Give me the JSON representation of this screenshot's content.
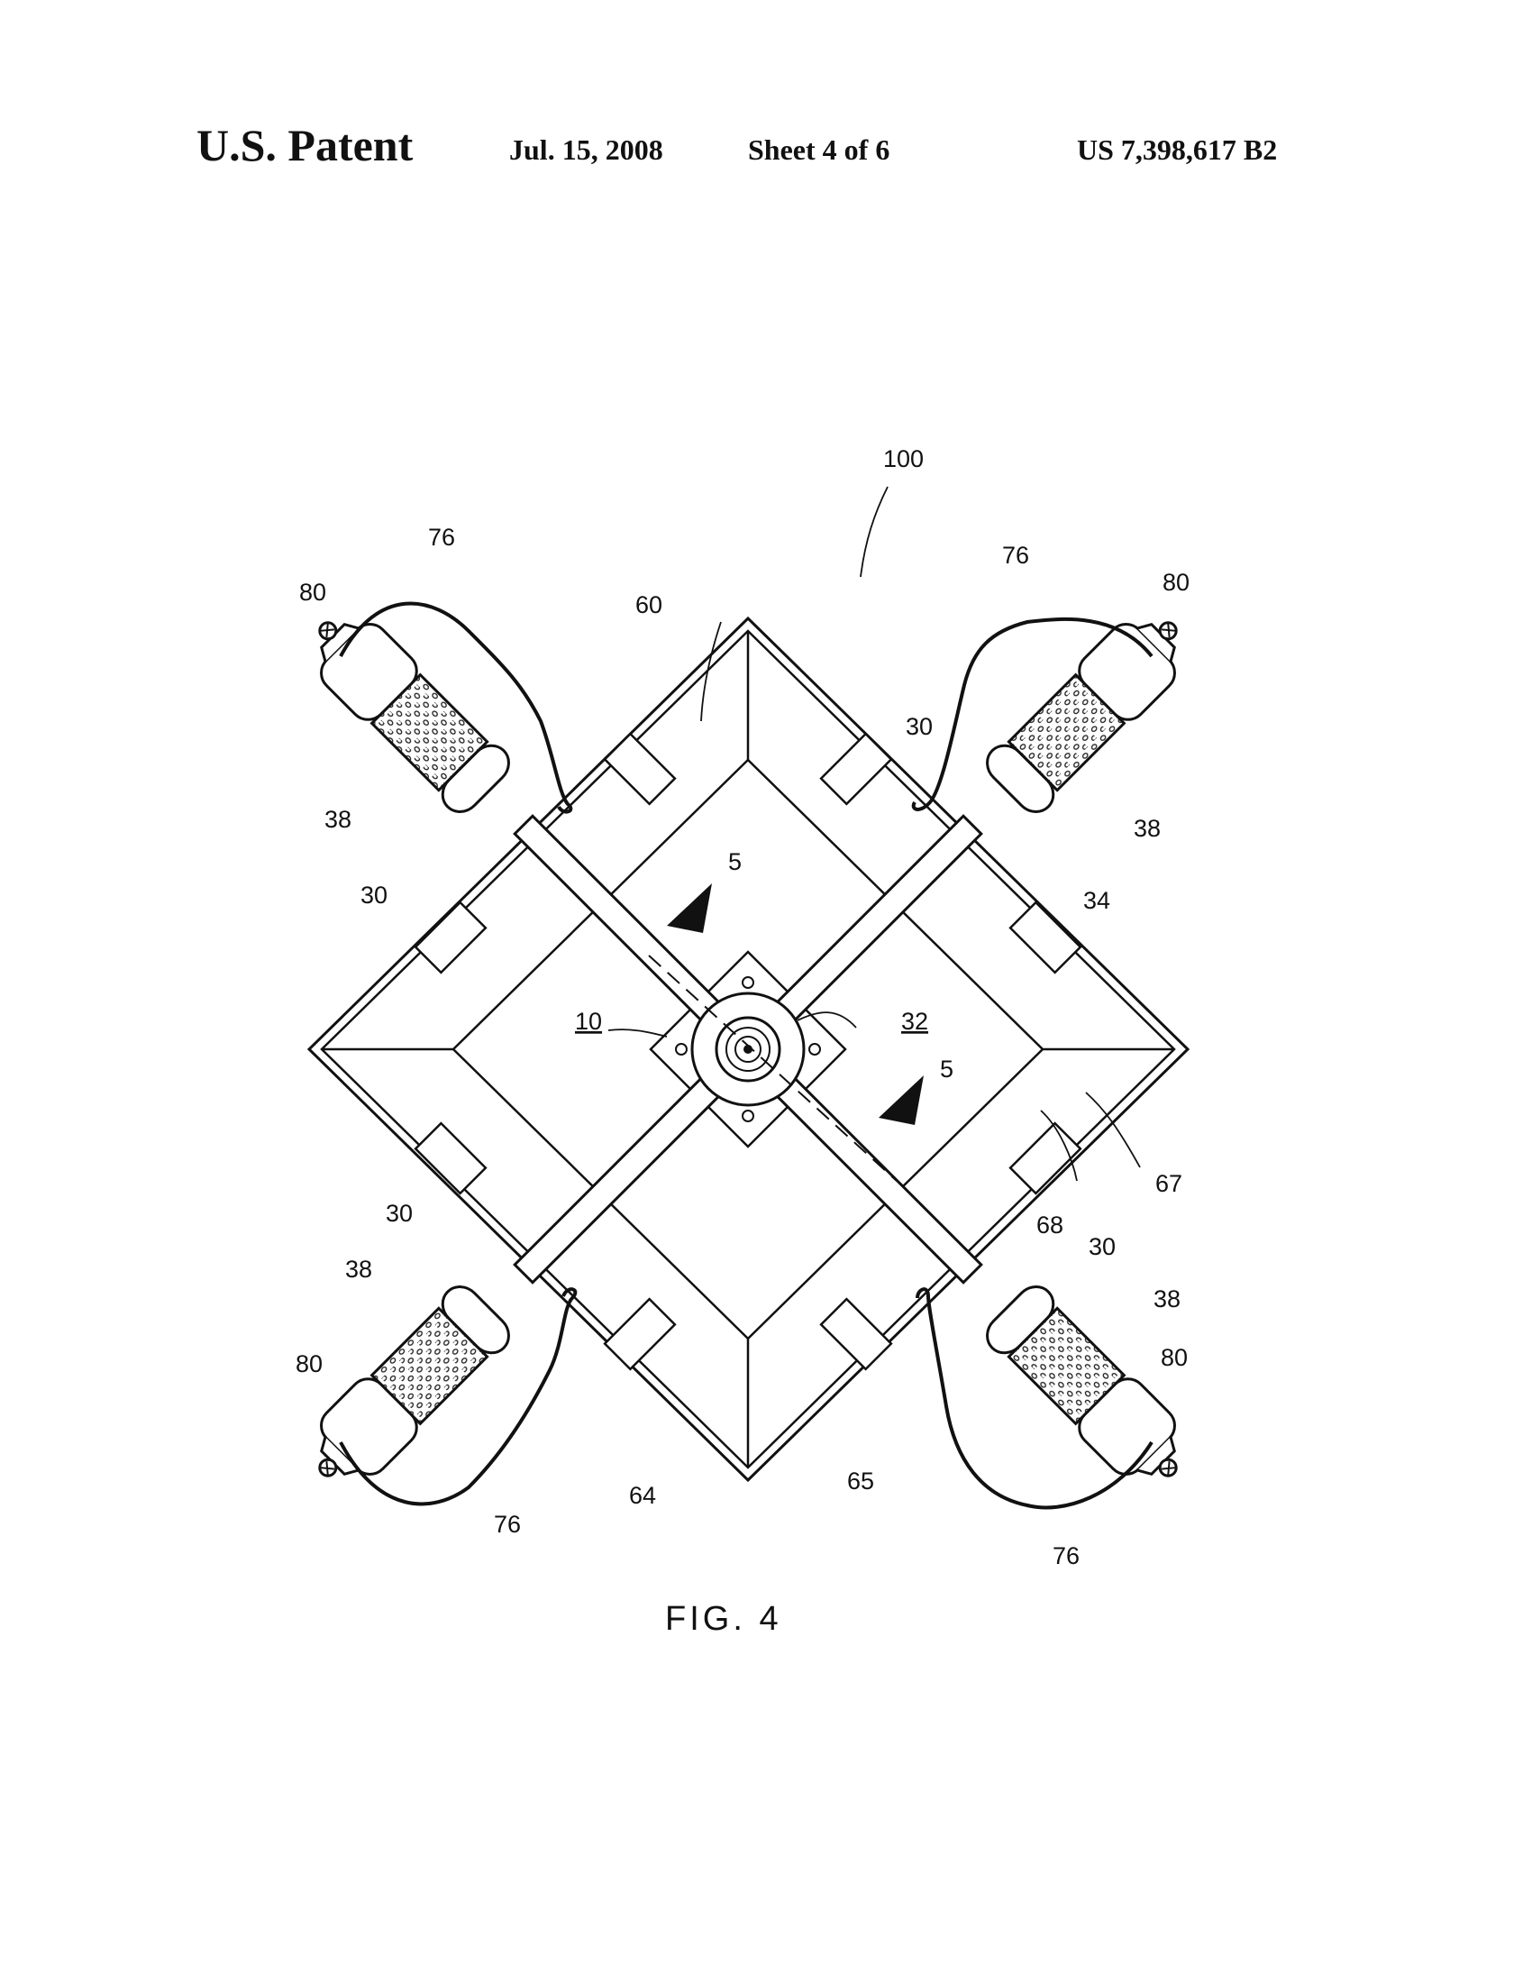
{
  "header": {
    "publisher": "U.S. Patent",
    "date": "Jul. 15, 2008",
    "sheet": "Sheet 4 of 6",
    "patent_number": "US 7,398,617 B2"
  },
  "figure": {
    "caption": "FIG. 4",
    "labels": {
      "l100": "100",
      "l60": "60",
      "l76_tl": "76",
      "l80_tl": "80",
      "l38_tl": "38",
      "l30_tl": "30",
      "l76_tr": "76",
      "l80_tr": "80",
      "l30_tr": "30",
      "l38_tr": "38",
      "l34": "34",
      "l5_top": "5",
      "l10": "10",
      "l32": "32",
      "l5_bot": "5",
      "l67": "67",
      "l68": "68",
      "l30_bl": "30",
      "l30_br": "30",
      "l38_bl": "38",
      "l80_bl": "80",
      "l76_bl": "76",
      "l64": "64",
      "l65": "65",
      "l38_br": "38",
      "l80_br": "80",
      "l76_br": "76"
    }
  }
}
